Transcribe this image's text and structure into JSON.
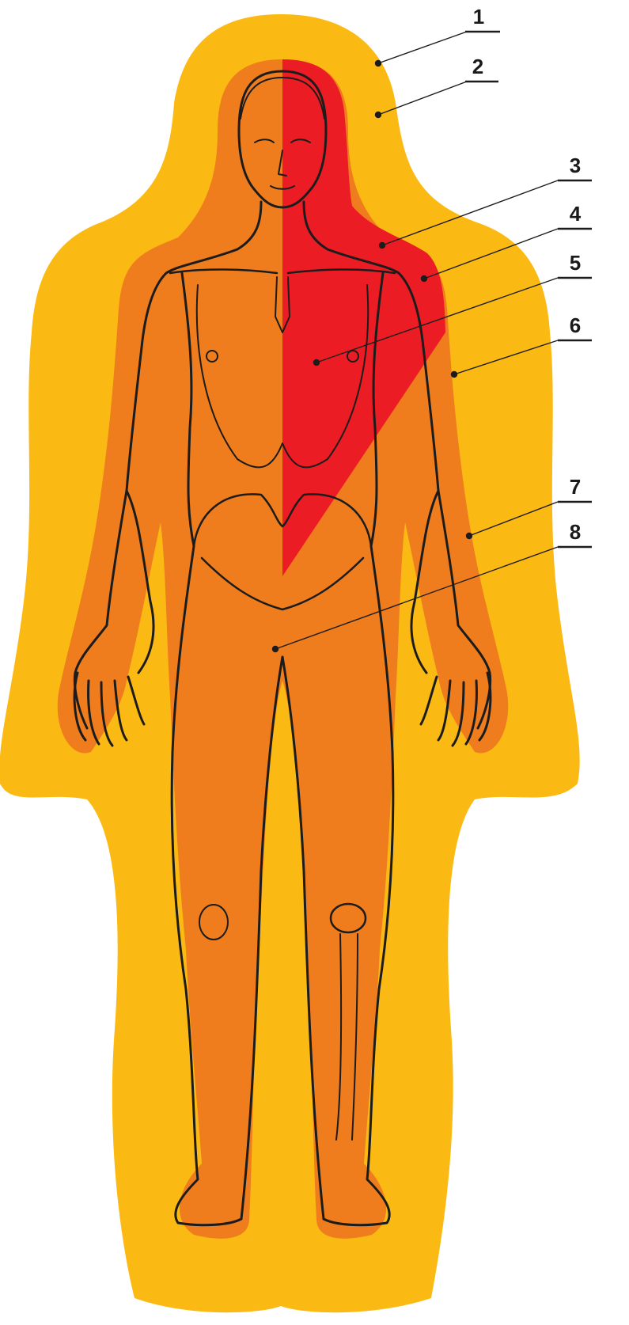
{
  "colors": {
    "outer_zone": "#FBBA13",
    "middle_zone": "#EF7D1E",
    "inner_zone": "#EC1C24",
    "outline": "#1c1c1c",
    "background": "#ffffff"
  },
  "callouts": [
    {
      "number": "1"
    },
    {
      "number": "2"
    },
    {
      "number": "3"
    },
    {
      "number": "4"
    },
    {
      "number": "5"
    },
    {
      "number": "6"
    },
    {
      "number": "7"
    },
    {
      "number": "8"
    }
  ]
}
